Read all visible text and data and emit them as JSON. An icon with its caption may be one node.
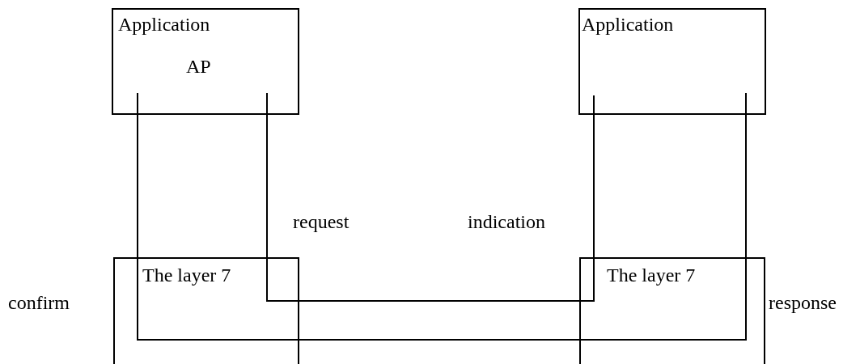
{
  "diagram": {
    "nodes": [
      {
        "text": [
          "Application",
          "AP"
        ]
      },
      {
        "text": [
          "Application"
        ]
      },
      {
        "text": [
          "The layer 7"
        ]
      },
      {
        "text": [
          "The layer 7"
        ]
      }
    ],
    "edges": [
      {
        "from": 0,
        "to": 2,
        "arrow": "none"
      },
      {
        "from": 2,
        "to": 3,
        "arrow": "none"
      },
      {
        "from": 3,
        "to": 1,
        "arrow": "none"
      },
      {
        "from": 0,
        "to": 2,
        "arrow": "none"
      },
      {
        "from": 2,
        "to": 3,
        "arrow": "none"
      },
      {
        "from": 3,
        "to": 1,
        "arrow": "none"
      }
    ],
    "labels": [
      "request",
      "indication",
      "confirm",
      "response"
    ]
  }
}
